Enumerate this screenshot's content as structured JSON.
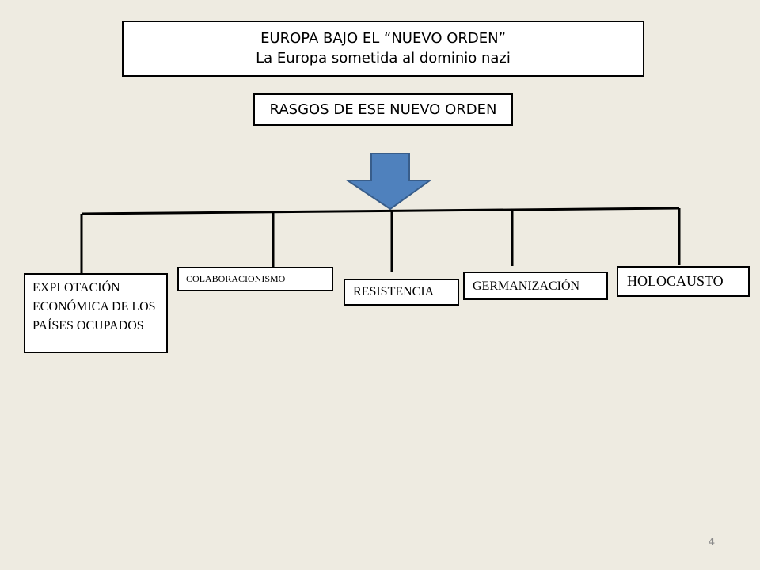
{
  "header": {
    "title": "EUROPA BAJO EL “NUEVO ORDEN”",
    "subtitle": "La Europa sometida al dominio nazi"
  },
  "section": {
    "label": "RASGOS DE ESE NUEVO ORDEN"
  },
  "arrow": {
    "icon": "down-arrow-icon",
    "color": "#4f81bd"
  },
  "branches": [
    {
      "label": "EXPLOTACIÓN ECONÓMICA DE LOS PAÍSES OCUPADOS"
    },
    {
      "label": "COLABORACIONISMO"
    },
    {
      "label": "RESISTENCIA"
    },
    {
      "label": "GERMANIZACIÓN"
    },
    {
      "label": "HOLOCAUSTO"
    }
  ],
  "slide": {
    "number": "4"
  },
  "colors": {
    "background": "#eeebe1",
    "arrow_fill": "#4f81bd",
    "arrow_stroke": "#385d8a",
    "line": "#000000"
  }
}
